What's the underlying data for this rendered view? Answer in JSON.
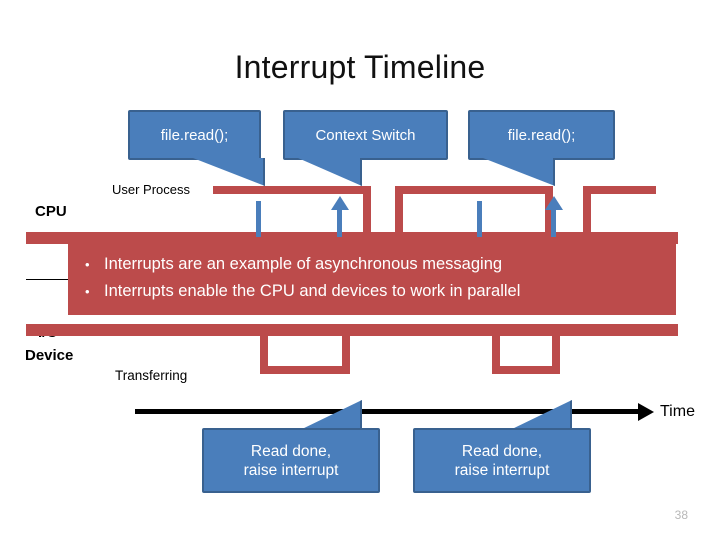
{
  "slide": {
    "title": "Interrupt Timeline",
    "page_number": "38",
    "accent_blue": "#4a7ebb",
    "accent_blue_dark": "#39618f",
    "accent_red": "#bc4b4b",
    "background": "#ffffff"
  },
  "callouts": {
    "top": [
      {
        "label": "file.read();"
      },
      {
        "label": "Context Switch"
      },
      {
        "label": "file.read();"
      }
    ],
    "bottom": [
      {
        "line1": "Read done,",
        "line2": "raise interrupt"
      },
      {
        "line1": "Read done,",
        "line2": "raise interrupt"
      }
    ]
  },
  "labels": {
    "user_process": "User Process",
    "cpu": "CPU",
    "io_line1": "I/O",
    "io_line2": "Device",
    "transferring": "Transferring",
    "time": "Time"
  },
  "note": {
    "bullets": [
      "Interrupts are an example of asynchronous messaging",
      "Interrupts enable the CPU and devices to work in parallel"
    ]
  }
}
